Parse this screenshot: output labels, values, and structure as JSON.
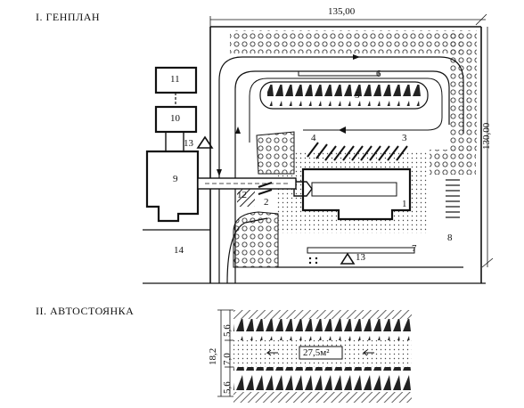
{
  "section_1_title": "I. ГЕНПЛАН",
  "section_2_title": "II. АВТОСТОЯНКА",
  "dim_width": "135,00",
  "dim_height": "130,00",
  "labels": {
    "n1": "1",
    "n2": "2",
    "n3": "3",
    "n4": "4",
    "n5": "5",
    "n6": "6",
    "n7": "7",
    "n8": "8",
    "n9": "9",
    "n10": "10",
    "n11": "11",
    "n12": "12",
    "n13a": "13",
    "n13b": "13",
    "n14": "14"
  },
  "parking_dims": {
    "total": "18,2",
    "a": "5,6",
    "b": "7,0",
    "c": "5,6"
  },
  "parking_area": "27,5м²"
}
